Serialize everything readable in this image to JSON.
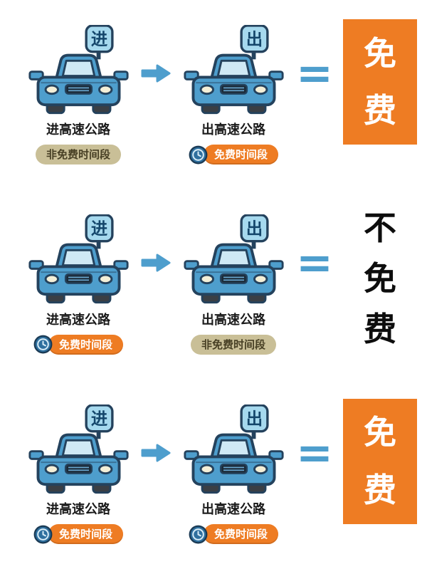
{
  "title": "highway-toll-free-rules-infographic",
  "colors": {
    "car_blue": "#4e9ecd",
    "outline_navy": "#24425d",
    "window_blue": "#cfe9f5",
    "badge_blue": "#a6d9ee",
    "accent_orange": "#ee7c23",
    "tag_beige": "#c9bf97",
    "equals_blue": "#4e9ecd",
    "free_text": "#ffffff",
    "not_free_text": "#0d0d0d"
  },
  "rows": [
    {
      "enter": {
        "badge": "进",
        "label": "进高速公路",
        "tag": "非免费时间段",
        "tag_type": "beige",
        "clock": false
      },
      "exit": {
        "badge": "出",
        "label": "出高速公路",
        "tag": "免费时间段",
        "tag_type": "orange",
        "clock": true
      },
      "equals": "=",
      "result": {
        "text": "免费",
        "type": "free"
      }
    },
    {
      "enter": {
        "badge": "进",
        "label": "进高速公路",
        "tag": "免费时间段",
        "tag_type": "orange",
        "clock": true
      },
      "exit": {
        "badge": "出",
        "label": "出高速公路",
        "tag": "非免费时间段",
        "tag_type": "beige",
        "clock": false
      },
      "equals": "=",
      "result": {
        "text": "不免费",
        "type": "not-free"
      }
    },
    {
      "enter": {
        "badge": "进",
        "label": "进高速公路",
        "tag": "免费时间段",
        "tag_type": "orange",
        "clock": true
      },
      "exit": {
        "badge": "出",
        "label": "出高速公路",
        "tag": "免费时间段",
        "tag_type": "orange",
        "clock": true
      },
      "equals": "=",
      "result": {
        "text": "免费",
        "type": "free"
      }
    }
  ]
}
